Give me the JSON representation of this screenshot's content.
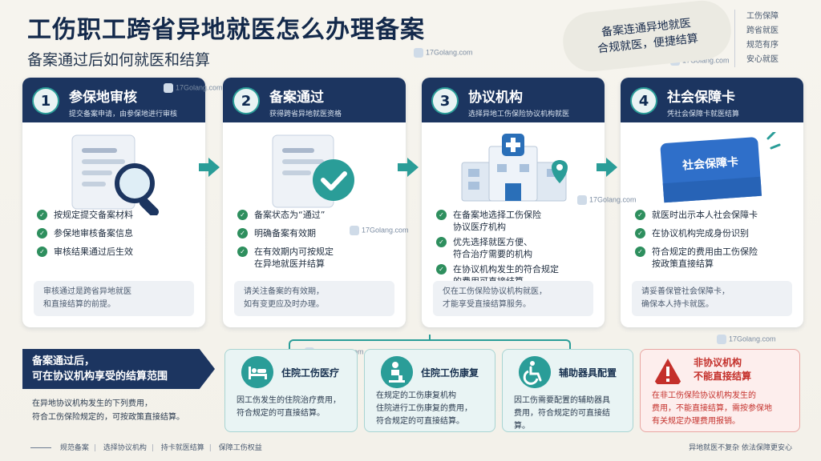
{
  "title": "工伤职工跨省异地就医怎么办理备案",
  "subtitle": "备案通过后如何就医和结算",
  "watermark": "17Golang.com",
  "slogan": [
    "备案连通异地就医",
    "合规就医，便捷结算"
  ],
  "taglines": [
    "工伤保障",
    "跨省就医",
    "规范有序",
    "安心就医"
  ],
  "steps": [
    {
      "num": "1",
      "title": "参保地审核",
      "desc": "提交备案申请，由参保地进行审核",
      "items": [
        "按规定提交备案材料",
        "参保地审核备案信息",
        "审核结果通过后生效"
      ],
      "note": [
        "审核通过是跨省异地就医",
        "和直接结算的前提。"
      ]
    },
    {
      "num": "2",
      "title": "备案通过",
      "desc": "获得跨省异地就医资格",
      "items": [
        "备案状态为“通过”",
        "明确备案有效期",
        [
          "在有效期内可按规定",
          "在异地就医并结算"
        ]
      ],
      "note": [
        "请关注备案的有效期，",
        "如有变更应及时办理。"
      ]
    },
    {
      "num": "3",
      "title": "协议机构",
      "desc": "选择异地工伤保险协议机构就医",
      "items": [
        [
          "在备案地选择工伤保险",
          "协议医疗机构"
        ],
        [
          "优先选择就医方便、",
          "符合治疗需要的机构"
        ],
        [
          "在协议机构发生的符合规定",
          "的费用可直接结算"
        ]
      ],
      "note": [
        "仅在工伤保险协议机构就医，",
        "才能享受直接结算服务。"
      ]
    },
    {
      "num": "4",
      "title": "社会保障卡",
      "desc": "凭社会保障卡就医结算",
      "card_label": "社会保障卡",
      "items": [
        "就医时出示本人社会保障卡",
        "在协议机构完成身份识别",
        [
          "符合规定的费用由工伤保险",
          "按政策直接结算"
        ]
      ],
      "note": [
        "请妥善保管社会保障卡，",
        "确保本人持卡就医。"
      ]
    }
  ],
  "scope": {
    "banner": [
      "备案通过后，",
      "可在协议机构享受的结算范围"
    ],
    "text": [
      "在异地协议机构发生的下列费用，",
      "符合工伤保险规定的，可按政策直接结算。"
    ]
  },
  "categories": [
    {
      "title": "住院工伤医疗",
      "text": [
        "因工伤发生的住院治疗费用，",
        "符合规定的可直接结算。"
      ]
    },
    {
      "title": "住院工伤康复",
      "text": [
        "在规定的工伤康复机构",
        "住院进行工伤康复的费用，",
        "符合规定的可直接结算。"
      ]
    },
    {
      "title": "辅助器具配置",
      "text": [
        "因工伤需要配置的辅助器具",
        "费用，符合规定的可直接结算。"
      ]
    }
  ],
  "warning": {
    "title": [
      "非协议机构",
      "不能直接结算"
    ],
    "text": [
      "在非工伤保险协议机构发生的",
      "费用，不能直接结算，需按参保地",
      "有关规定办理费用报销。"
    ]
  },
  "footer": [
    "规范备案",
    "选择协议机构",
    "持卡就医结算",
    "保障工伤权益"
  ],
  "footer_right": "异地就医不复杂  依法保障更安心",
  "colors": {
    "navy": "#1c3560",
    "teal": "#2a9d98",
    "check_green": "#2e8f5e",
    "warn_red": "#c4302b"
  }
}
